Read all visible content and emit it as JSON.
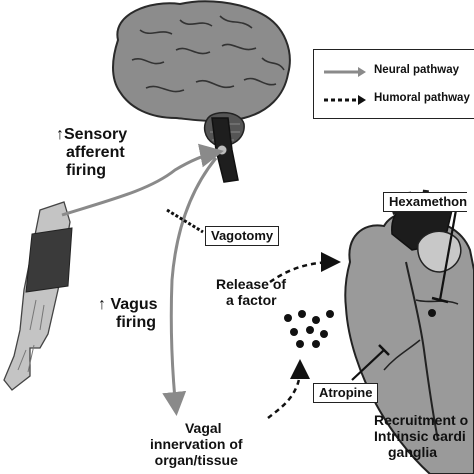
{
  "legend": {
    "neural_label": "Neural pathway",
    "humoral_label": "Humoral pathway"
  },
  "labels": {
    "sensory": [
      "↑Sensory",
      "afferent",
      "firing"
    ],
    "vagus": [
      "↑ Vagus",
      "firing"
    ],
    "vagotomy": "Vagotomy",
    "release": [
      "Release of",
      "a factor"
    ],
    "vagal": [
      "Vagal",
      "innervation of",
      "organ/tissue"
    ],
    "hexamethonium": "Hexamethon",
    "atropine": "Atropine",
    "recruitment": [
      "Recruitment o",
      "Intrinsic cardi",
      "ganglia"
    ]
  },
  "colors": {
    "neural_arrow": "#8a8a8a",
    "humoral_arrow": "#111111",
    "brain": "#8c8c8c",
    "heart": "#9a9a9a",
    "arm": "#c4c4c4",
    "cuff": "#3a3a3a"
  }
}
